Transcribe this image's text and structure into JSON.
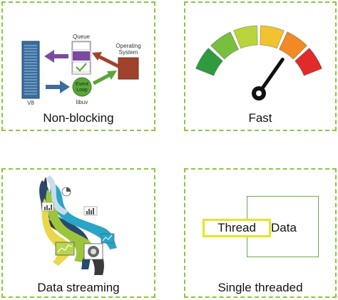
{
  "cards": {
    "nonblocking": {
      "caption": "Non-blocking",
      "queue_label": "Queue",
      "os_label_line1": "Operating",
      "os_label_line2": "System",
      "v8_label": "V8",
      "event_loop_line1": "Event",
      "event_loop_line2": "Loop",
      "libuv_label": "libuv"
    },
    "fast": {
      "caption": "Fast",
      "gauge_level_fraction": 0.75
    },
    "streaming": {
      "caption": "Data streaming"
    },
    "single": {
      "caption": "Single threaded",
      "thread_label": "Thread",
      "data_label": "Data"
    }
  },
  "colors": {
    "border_green": "#8cc640",
    "v8_blue": "#3a6d9e",
    "queue_purple": "#7b4ba0",
    "os_brown": "#a0432c",
    "event_green": "#5aa53a",
    "thread_yellow": "#e2e626",
    "data_green": "#6aa84f"
  }
}
